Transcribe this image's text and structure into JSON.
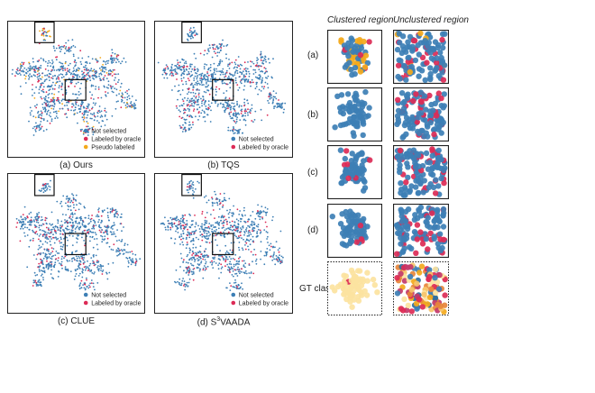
{
  "figure": {
    "panels": [
      {
        "caption": "(a) Ours",
        "legend": [
          "Not selected",
          "Labeled by oracle",
          "Pseudo labeled"
        ]
      },
      {
        "caption": "(b) TQS",
        "legend": [
          "Not selected",
          "Labeled by oracle"
        ]
      },
      {
        "caption": "(c) CLUE",
        "legend": [
          "Not selected",
          "Labeled by oracle"
        ]
      },
      {
        "caption_prefix": "(d) S",
        "caption_sup": "3",
        "caption_suffix": "VAADA",
        "legend": [
          "Not selected",
          "Labeled by oracle"
        ]
      }
    ],
    "zoom": {
      "col_headers": [
        "Clustered region",
        "Unclustered region"
      ],
      "row_labels": [
        "(a)",
        "(b)",
        "(c)",
        "(d)",
        "GT class"
      ]
    }
  },
  "colors": {
    "not_selected": "#3d7fb5",
    "labeled_by_oracle": "#dc2b56",
    "pseudo_labeled": "#f3a91c",
    "gt_light": "#fce3a0"
  }
}
